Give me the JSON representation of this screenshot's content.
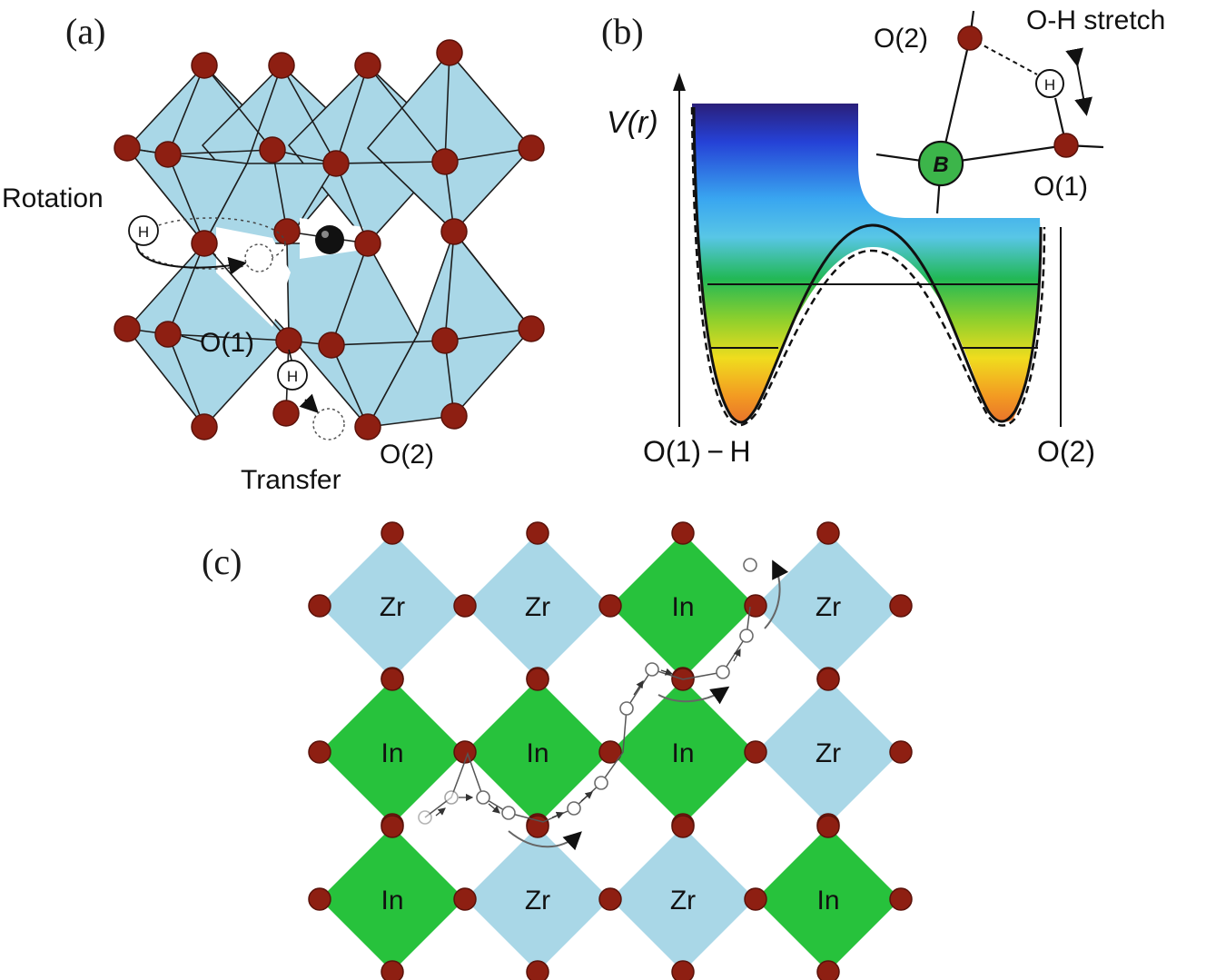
{
  "panel_a": {
    "label": "(a)",
    "rotation_label": "Rotation",
    "transfer_label": "Transfer",
    "o1_label": "O(1)",
    "o2_label": "O(2)",
    "h_label": "H"
  },
  "panel_b": {
    "label": "(b)",
    "y_axis_label": "V(r)",
    "x_left_label": "O(1) − H",
    "x_right_label": "O(2)",
    "inset": {
      "o2_label": "O(2)",
      "o1_label": "O(1)",
      "h_label": "H",
      "b_label": "B",
      "stretch_label": "O-H stretch"
    }
  },
  "panel_c": {
    "label": "(c)",
    "row1": [
      "Zr",
      "Zr",
      "In",
      "Zr"
    ],
    "row2": [
      "In",
      "In",
      "In",
      "Zr"
    ],
    "row3": [
      "In",
      "Zr",
      "Zr",
      "In"
    ]
  },
  "colors": {
    "octahedron_blue": "#a9d7e7",
    "octahedron_green": "#27c23c",
    "oxygen": "#8e1f12",
    "b_cation": "#3cb54a"
  }
}
